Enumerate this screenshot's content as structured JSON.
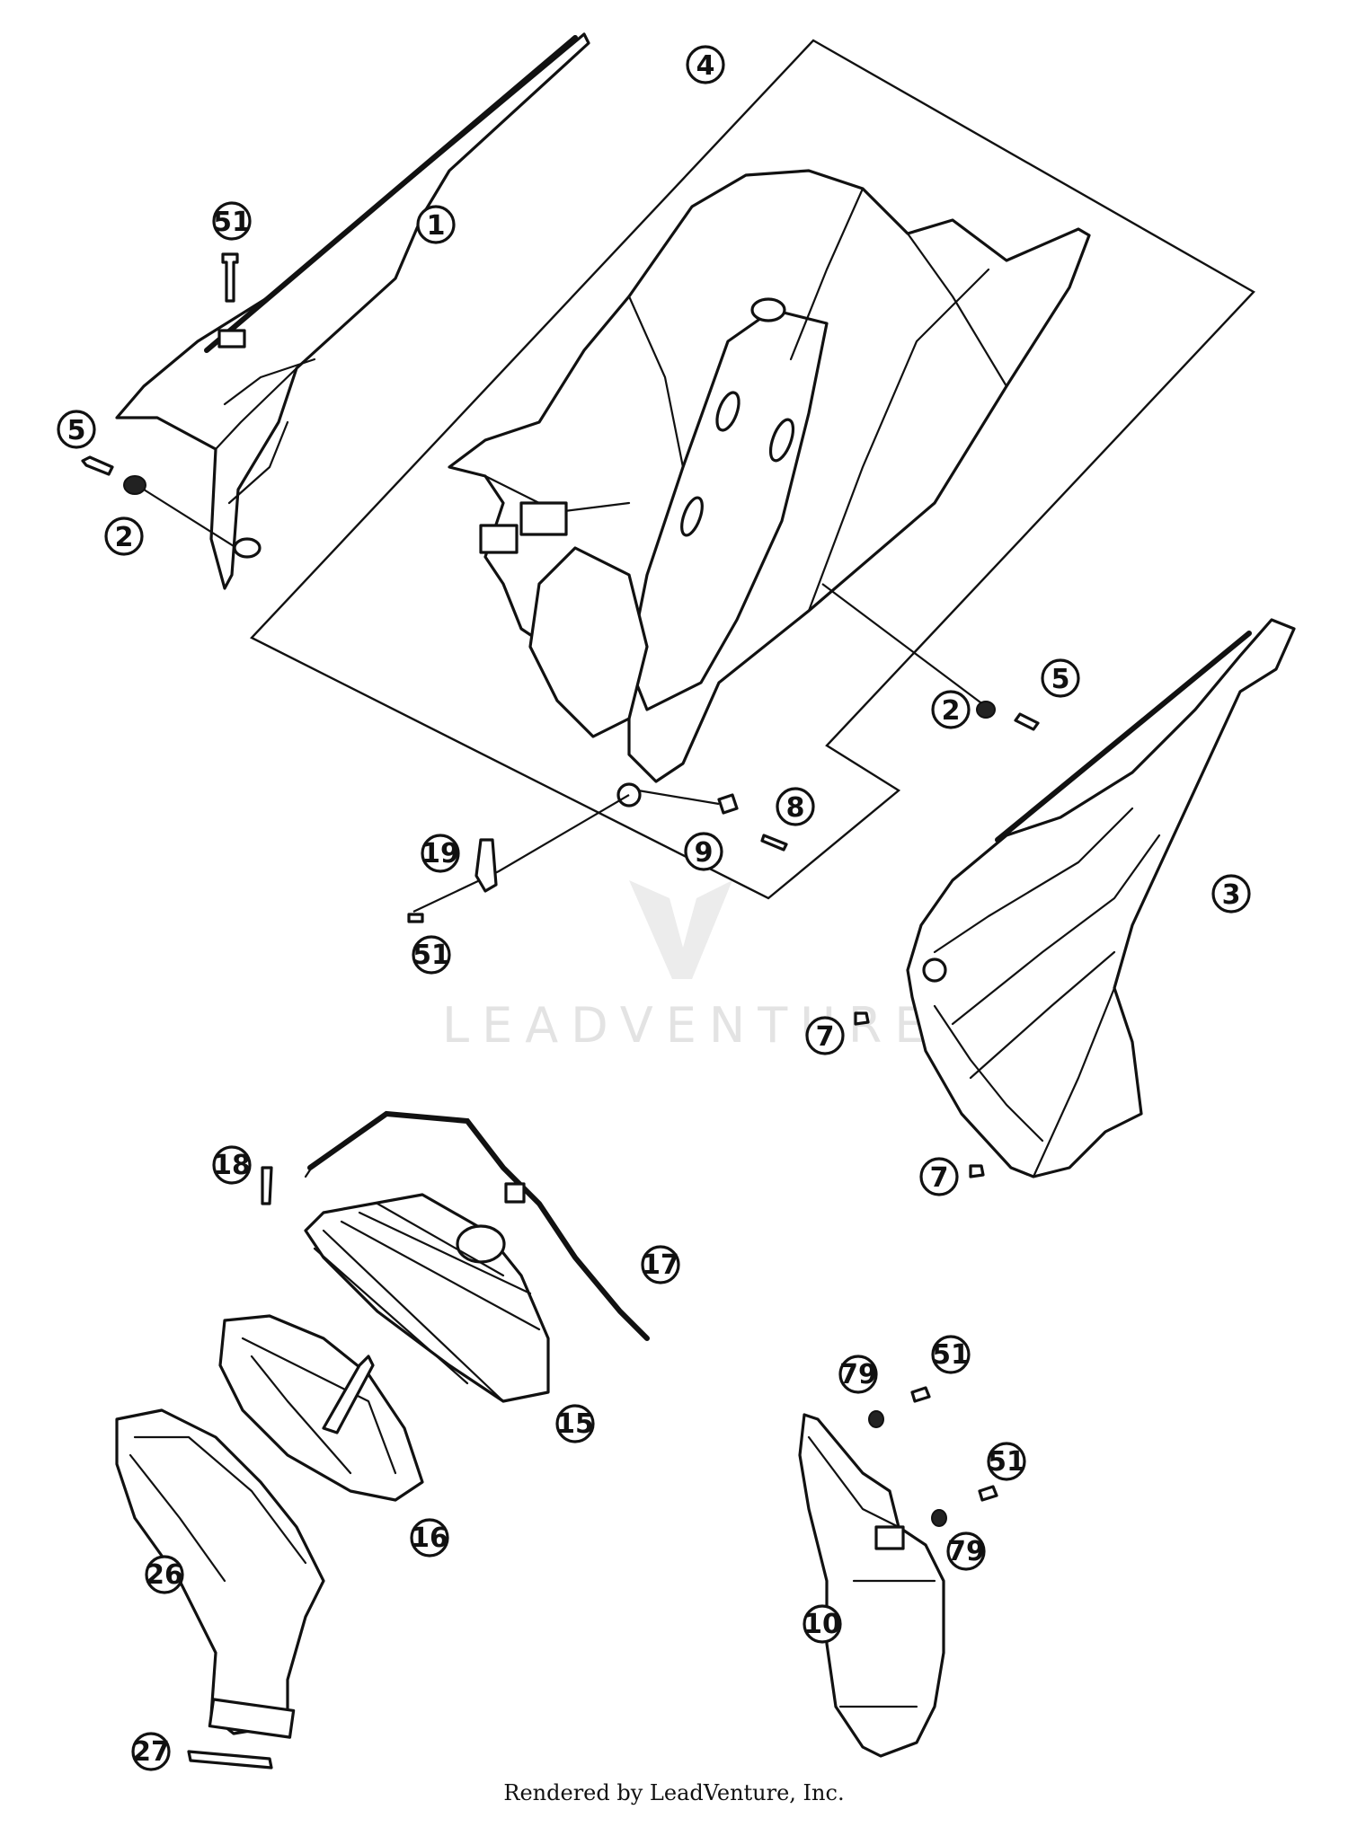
{
  "watermark": {
    "text": "LEADVENTURE"
  },
  "footer": {
    "text": "Rendered by LeadVenture, Inc."
  },
  "callouts": [
    {
      "id": "c1",
      "label": "1"
    },
    {
      "id": "c51a",
      "label": "51"
    },
    {
      "id": "c5a",
      "label": "5"
    },
    {
      "id": "c2a",
      "label": "2"
    },
    {
      "id": "c4",
      "label": "4"
    },
    {
      "id": "c5b",
      "label": "5"
    },
    {
      "id": "c2b",
      "label": "2"
    },
    {
      "id": "c8",
      "label": "8"
    },
    {
      "id": "c9",
      "label": "9"
    },
    {
      "id": "c19",
      "label": "19"
    },
    {
      "id": "c51b",
      "label": "51"
    },
    {
      "id": "c3",
      "label": "3"
    },
    {
      "id": "c7a",
      "label": "7"
    },
    {
      "id": "c7b",
      "label": "7"
    },
    {
      "id": "c18",
      "label": "18"
    },
    {
      "id": "c17",
      "label": "17"
    },
    {
      "id": "c15",
      "label": "15"
    },
    {
      "id": "c16",
      "label": "16"
    },
    {
      "id": "c26",
      "label": "26"
    },
    {
      "id": "c27",
      "label": "27"
    },
    {
      "id": "c79a",
      "label": "79"
    },
    {
      "id": "c51c",
      "label": "51"
    },
    {
      "id": "c51d",
      "label": "51"
    },
    {
      "id": "c79b",
      "label": "79"
    },
    {
      "id": "c10",
      "label": "10"
    }
  ]
}
